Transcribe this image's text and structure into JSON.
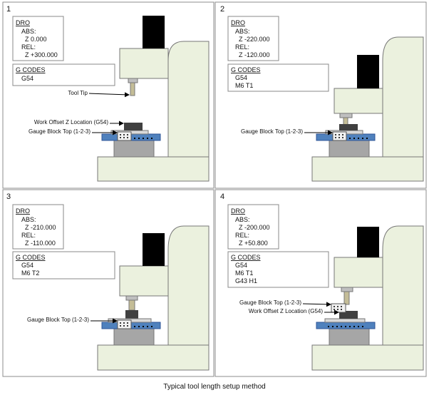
{
  "caption": "Typical tool length setup method",
  "panels": [
    {
      "number": "1",
      "dro": {
        "title": "DRO",
        "abs_label": "ABS:",
        "abs_value": "Z  0.000",
        "rel_label": "REL:",
        "rel_value": "Z +300.000"
      },
      "gcodes": {
        "title": "G CODES",
        "lines": [
          "G54"
        ]
      },
      "callouts": {
        "tool_tip": "Tool Tip",
        "work_offset": "Work Offset Z Location (G54)",
        "gauge_block": "Gauge Block Top (1-2-3)"
      }
    },
    {
      "number": "2",
      "dro": {
        "title": "DRO",
        "abs_label": "ABS:",
        "abs_value": "Z -220.000",
        "rel_label": "REL:",
        "rel_value": "Z -120.000"
      },
      "gcodes": {
        "title": "G CODES",
        "lines": [
          "G54",
          "M6 T1"
        ]
      },
      "callouts": {
        "gauge_block": "Gauge Block Top (1-2-3)"
      }
    },
    {
      "number": "3",
      "dro": {
        "title": "DRO",
        "abs_label": "ABS:",
        "abs_value": "Z -210.000",
        "rel_label": "REL:",
        "rel_value": "Z -110.000"
      },
      "gcodes": {
        "title": "G CODES",
        "lines": [
          "G54",
          "M6 T2"
        ]
      },
      "callouts": {
        "gauge_block": "Gauge Block Top (1-2-3)"
      }
    },
    {
      "number": "4",
      "dro": {
        "title": "DRO",
        "abs_label": "ABS:",
        "abs_value": "Z -200.000",
        "rel_label": "REL:",
        "rel_value": "Z +50.800"
      },
      "gcodes": {
        "title": "G CODES",
        "lines": [
          "G54",
          "M6 T1",
          "G43 H1"
        ]
      },
      "callouts": {
        "gauge_block": "Gauge Block Top (1-2-3)",
        "work_offset": "Work Offset Z Location (G54)"
      }
    }
  ],
  "colors": {
    "machine": "#ebf1de",
    "machine_stroke": "#777777",
    "spindle_motor": "#000000",
    "table": "#4f81bd",
    "base": "#a6a6a6",
    "gauge_block": "#f2f2f2",
    "vise": "#d9d9d9",
    "tool_holder": "#bfbfbf",
    "tool": "#c4bd97",
    "workpiece": "#404040"
  }
}
